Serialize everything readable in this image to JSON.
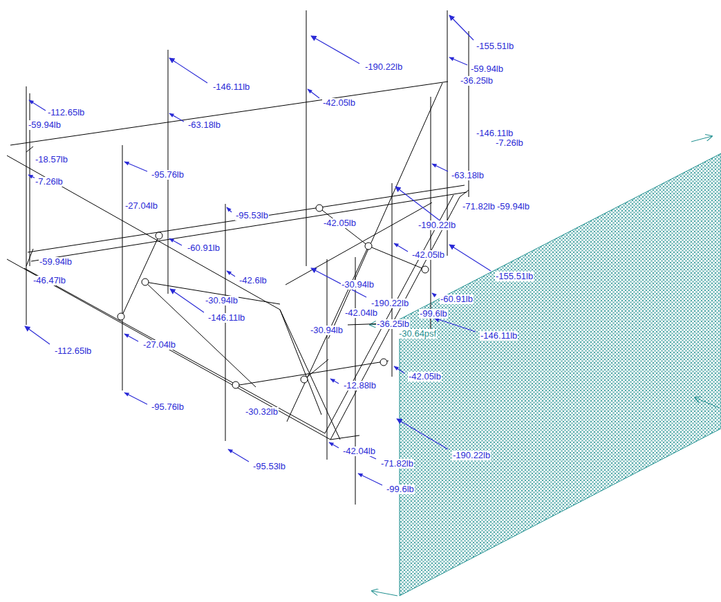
{
  "diagram": {
    "labels": [
      "-155.51lb",
      "-59.94lb",
      "-36.25lb",
      "-190.22lb",
      "-146.11lb",
      "-42.05lb",
      "-63.18lb",
      "-112.65lb",
      "-59.94lb",
      "-146.11lb",
      "-7.26lb",
      "-18.57lb",
      "-95.76lb",
      "-7.26lb",
      "-63.18lb",
      "-71.82lb",
      "-59.94lb",
      "-27.04lb",
      "-95.53lb",
      "-42.05lb",
      "-190.22lb",
      "-60.91lb",
      "-42.05lb",
      "-59.94lb",
      "-42.6lb",
      "-155.51lb",
      "-46.47lb",
      "-30.94lb",
      "-30.94lb",
      "-190.22lb",
      "-99.6lb",
      "-60.91lb",
      "-146.11lb",
      "-42.04lb",
      "-36.25lb",
      "-30.64psf",
      "-30.94lb",
      "-146.11lb",
      "-112.65lb",
      "-27.04lb",
      "-42.05lb",
      "-12.88lb",
      "-95.76lb",
      "-30.32lb",
      "-42.04lb",
      "-71.82lb",
      "-95.53lb",
      "-190.22lb",
      "-99.6lb"
    ]
  }
}
